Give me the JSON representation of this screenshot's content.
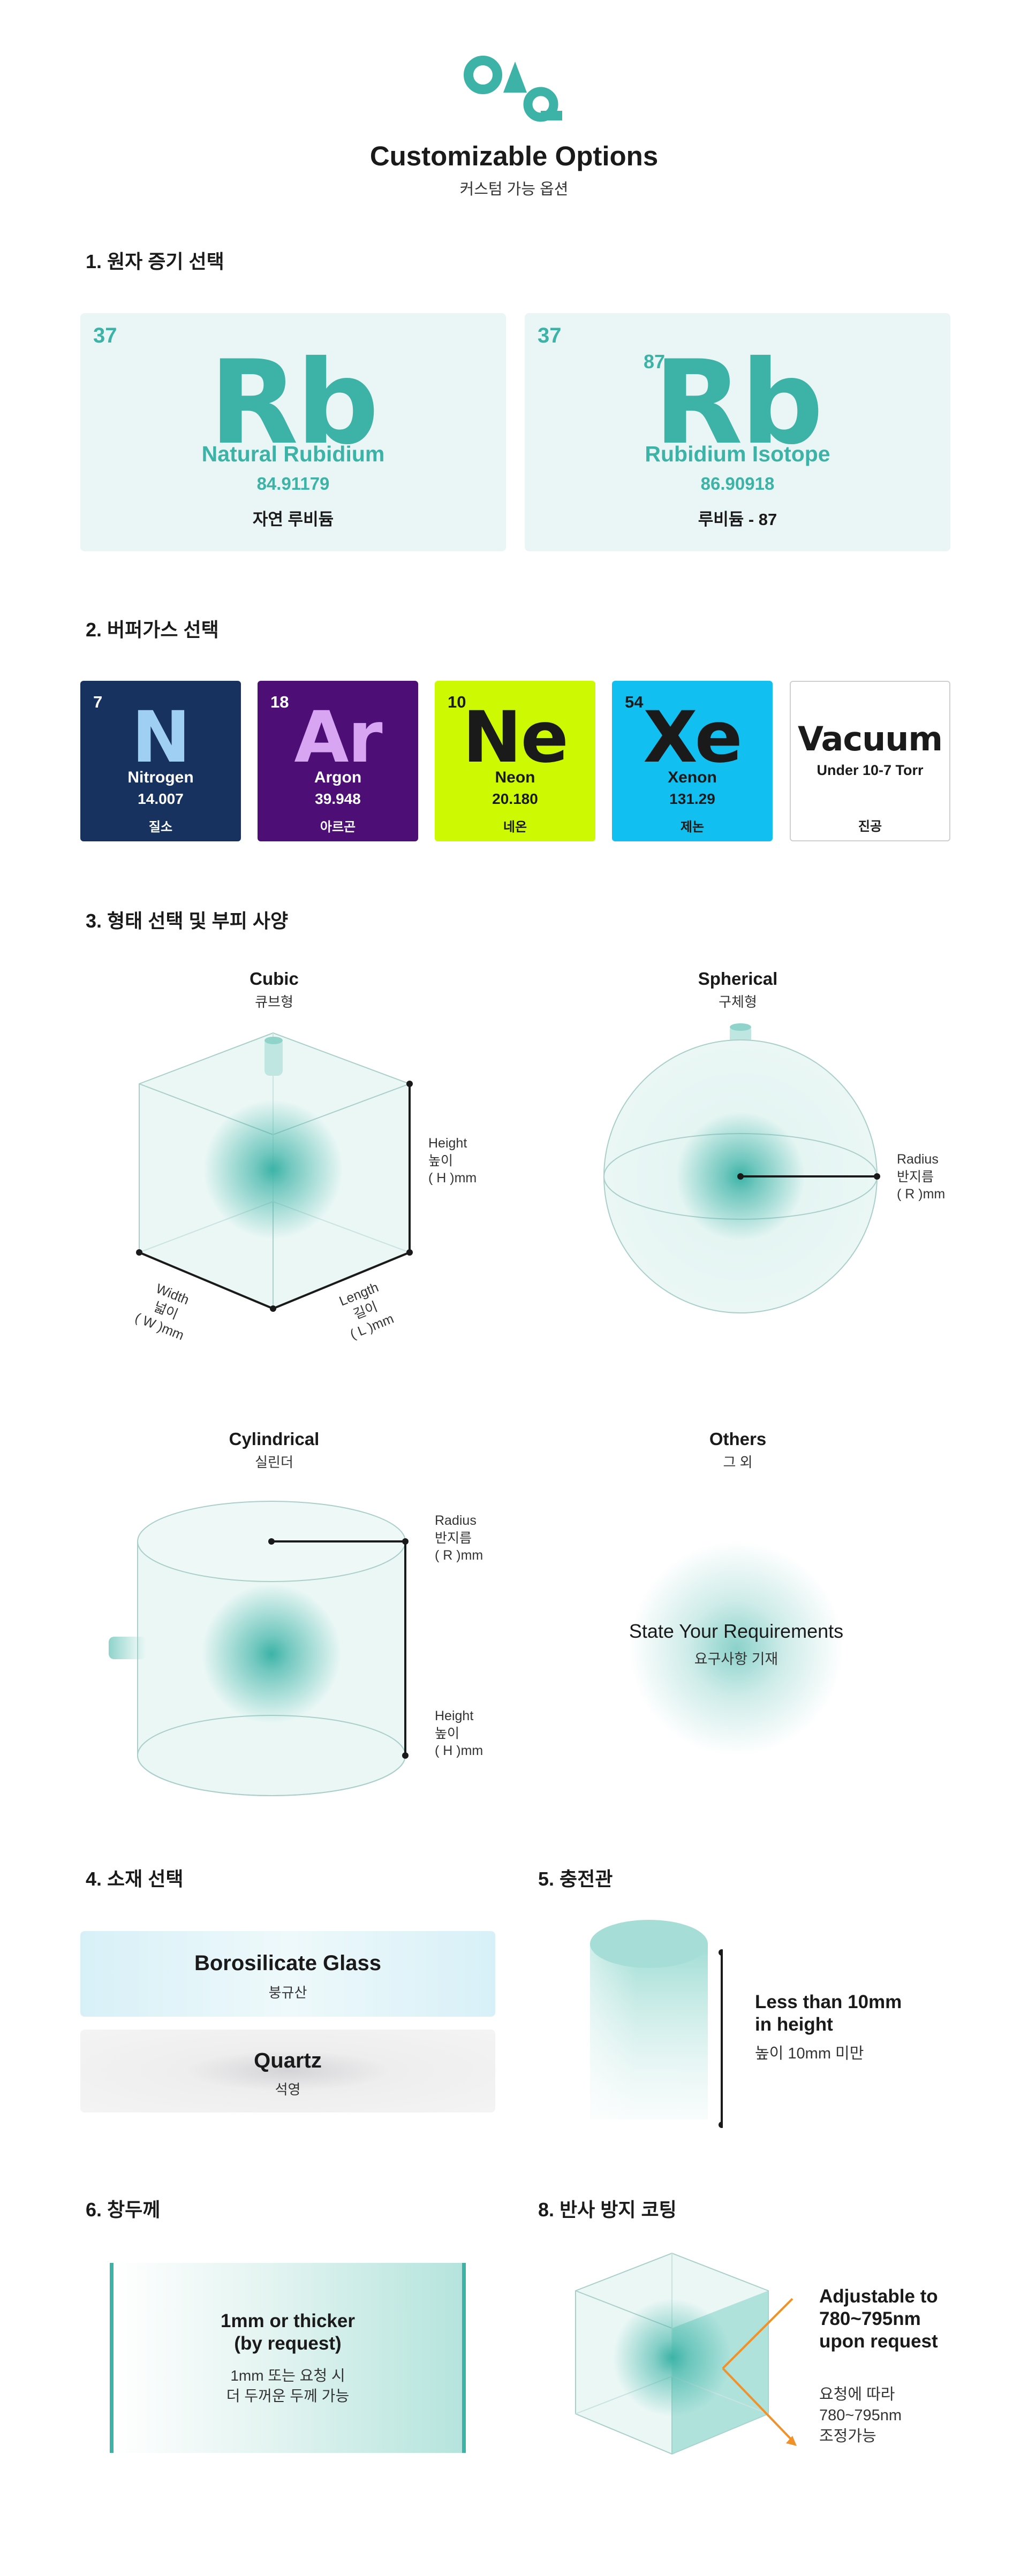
{
  "header": {
    "title": "Customizable Options",
    "subtitle": "커스텀 가능 옵션"
  },
  "colors": {
    "accent": "#3db3a7",
    "accent_light": "#e9f6f5",
    "orange": "#f0912a"
  },
  "sections": {
    "s1": "1. 원자 증기 선택",
    "s2": "2. 버퍼가스 선택",
    "s3": "3. 형태 선택 및 부피 사양",
    "s4": "4. 소재 선택",
    "s5": "5. 충전관",
    "s6": "6. 창두께",
    "s8": "8. 반사 방지 코팅"
  },
  "atoms": [
    {
      "number": "37",
      "mass": "",
      "symbol": "Rb",
      "name": "Natural Rubidium",
      "weight": "84.91179",
      "kr": "자연 루비듐"
    },
    {
      "number": "37",
      "mass": "87",
      "symbol": "Rb",
      "name": "Rubidium Isotope",
      "weight": "86.90918",
      "kr": "루비듐 - 87"
    }
  ],
  "gases": [
    {
      "number": "7",
      "symbol": "N",
      "name": "Nitrogen",
      "weight": "14.007",
      "kr": "질소",
      "bg": "#17325f",
      "sym_color": "#9fd0f4",
      "text_color": "#ffffff"
    },
    {
      "number": "18",
      "symbol": "Ar",
      "name": "Argon",
      "weight": "39.948",
      "kr": "아르곤",
      "bg": "#4d0f76",
      "sym_color": "#d8a5f2",
      "text_color": "#ffffff"
    },
    {
      "number": "10",
      "symbol": "Ne",
      "name": "Neon",
      "weight": "20.180",
      "kr": "네온",
      "bg": "#cdfa02",
      "sym_color": "#1a1a1a",
      "text_color": "#1a1a1a"
    },
    {
      "number": "54",
      "symbol": "Xe",
      "name": "Xenon",
      "weight": "131.29",
      "kr": "제논",
      "bg": "#11bff0",
      "sym_color": "#1a1a1a",
      "text_color": "#1a1a1a"
    }
  ],
  "vacuum": {
    "title": "Vacuum",
    "sub": "Under 10-7 Torr",
    "kr": "진공"
  },
  "shapes": {
    "cubic": {
      "title": "Cubic",
      "sub": "큐브형",
      "height": [
        "Height",
        "높이",
        "( H )mm"
      ],
      "width": [
        "Width",
        "넓이",
        "( W )mm"
      ],
      "length": [
        "Length",
        "길이",
        "( L )mm"
      ]
    },
    "spherical": {
      "title": "Spherical",
      "sub": "구체형",
      "radius": [
        "Radius",
        "반지름",
        "( R )mm"
      ]
    },
    "cylindrical": {
      "title": "Cylindrical",
      "sub": "실린더",
      "radius": [
        "Radius",
        "반지름",
        "( R )mm"
      ],
      "height": [
        "Height",
        "높이",
        "( H )mm"
      ]
    },
    "others": {
      "title": "Others",
      "sub": "그 외",
      "main": "State Your Requirements",
      "kr": "요구사항 기재"
    }
  },
  "materials": [
    {
      "name": "Borosilicate Glass",
      "kr": "붕규산"
    },
    {
      "name": "Quartz",
      "kr": "석영"
    }
  ],
  "fill_tube": {
    "line1": "Less than 10mm",
    "line2": "in height",
    "kr": "높이 10mm 미만"
  },
  "window": {
    "line1": "1mm or thicker",
    "line2": "(by request)",
    "kr1": "1mm 또는 요청 시",
    "kr2": "더 두꺼운 두께 가능"
  },
  "coating": {
    "line1": "Adjustable to",
    "line2": "780~795nm",
    "line3": "upon request",
    "kr1": "요청에 따라",
    "kr2": "780~795nm",
    "kr3": "조정가능"
  }
}
